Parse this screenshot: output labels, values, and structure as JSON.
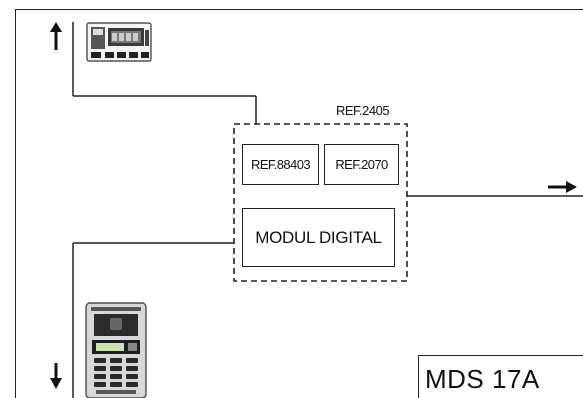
{
  "diagram": {
    "ref_main": "REF.2405",
    "ref_a": "REF.88403",
    "ref_b": "REF.2070",
    "modul_label": "MODUL DIGITAL",
    "model_label": "MDS 17A"
  },
  "icons": {
    "top_device": "indoor-monitor-icon",
    "bottom_device": "door-entry-panel-icon",
    "arrows": [
      "arrow-up-icon",
      "arrow-right-icon",
      "arrow-down-icon"
    ]
  },
  "colors": {
    "line": "#222222",
    "background": "#ffffff"
  }
}
